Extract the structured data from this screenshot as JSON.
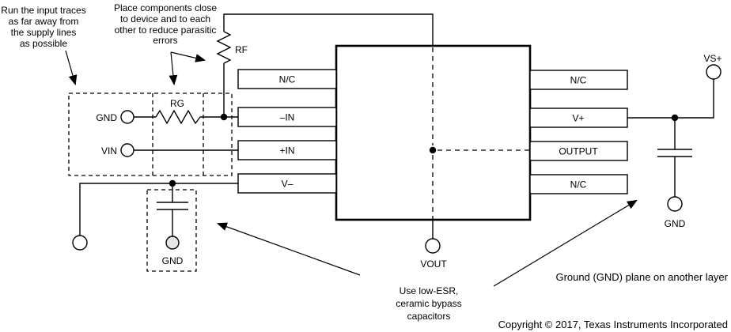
{
  "notes": {
    "input_traces": [
      "Run the input traces",
      "as far away from",
      "the supply lines",
      "as possible"
    ],
    "place_components": [
      "Place components close",
      "to device and to each",
      "other to reduce parasitic",
      "errors"
    ],
    "bypass_caps": [
      "Use low-ESR,",
      "ceramic bypass",
      "capacitors"
    ],
    "ground_plane": "Ground (GND) plane on another layer",
    "copyright": "Copyright © 2017, Texas Instruments Incorporated"
  },
  "components": {
    "rf": "RF",
    "rg": "RG"
  },
  "ic": {
    "left_pins": [
      "N/C",
      "–IN",
      "+IN",
      "V–"
    ],
    "right_pins": [
      "N/C",
      "V+",
      "OUTPUT",
      "N/C"
    ]
  },
  "terminals": {
    "gnd_input": "GND",
    "vin": "VIN",
    "vout": "VOUT",
    "vs": "VS+",
    "gnd_bypass_left": "GND",
    "gnd_bypass_right": "GND"
  },
  "colors": {
    "line": "#000000",
    "background": "#ffffff",
    "gray_terminal_fill": "#e6e6e6"
  }
}
